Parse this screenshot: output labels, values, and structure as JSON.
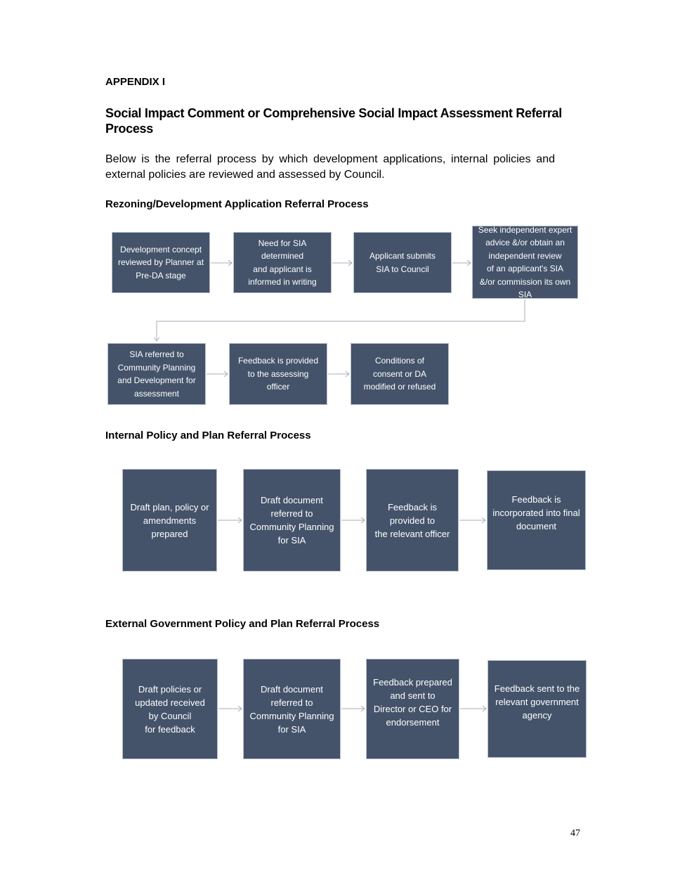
{
  "appendix_label": "APPENDIX I",
  "title": "Social Impact Comment or Comprehensive Social Impact Assessment Referral Process",
  "intro": "Below is the referral process by which development applications, internal policies and external policies are reviewed and assessed by Council.",
  "sections": [
    {
      "heading": "Rezoning/Development Application Referral Process",
      "steps": [
        "Development concept\nreviewed by Planner at\nPre-DA stage",
        "Need for SIA\ndetermined\nand applicant is\ninformed in writing",
        "Applicant submits\nSIA to Council",
        "Seek independent expert\nadvice &/or obtain an\nindependent review\nof an applicant's SIA\n&/or commission its own\nSIA",
        "SIA referred to\nCommunity Planning\nand Development for\nassessment",
        "Feedback is provided\nto the assessing\nofficer",
        "Conditions of\nconsent or DA\nmodified or refused"
      ]
    },
    {
      "heading": "Internal Policy and Plan Referral Process",
      "steps": [
        "Draft plan, policy or\namendments\nprepared",
        "Draft document\nreferred to\nCommunity Planning\nfor SIA",
        "Feedback is\nprovided to\nthe relevant officer",
        "Feedback is\nincorporated into final\ndocument"
      ]
    },
    {
      "heading": "External Government Policy and Plan Referral Process",
      "steps": [
        "Draft policies or\nupdated received\nby Council\nfor feedback",
        "Draft document\nreferred to\nCommunity Planning\nfor SIA",
        "Feedback prepared\nand sent to\nDirector or CEO for\nendorsement",
        "Feedback sent to the\nrelevant government\nagency"
      ]
    }
  ],
  "page_number": "47",
  "colors": {
    "box_fill": "#44536a",
    "box_text": "#ffffff",
    "connector": "#a6aeb9"
  }
}
